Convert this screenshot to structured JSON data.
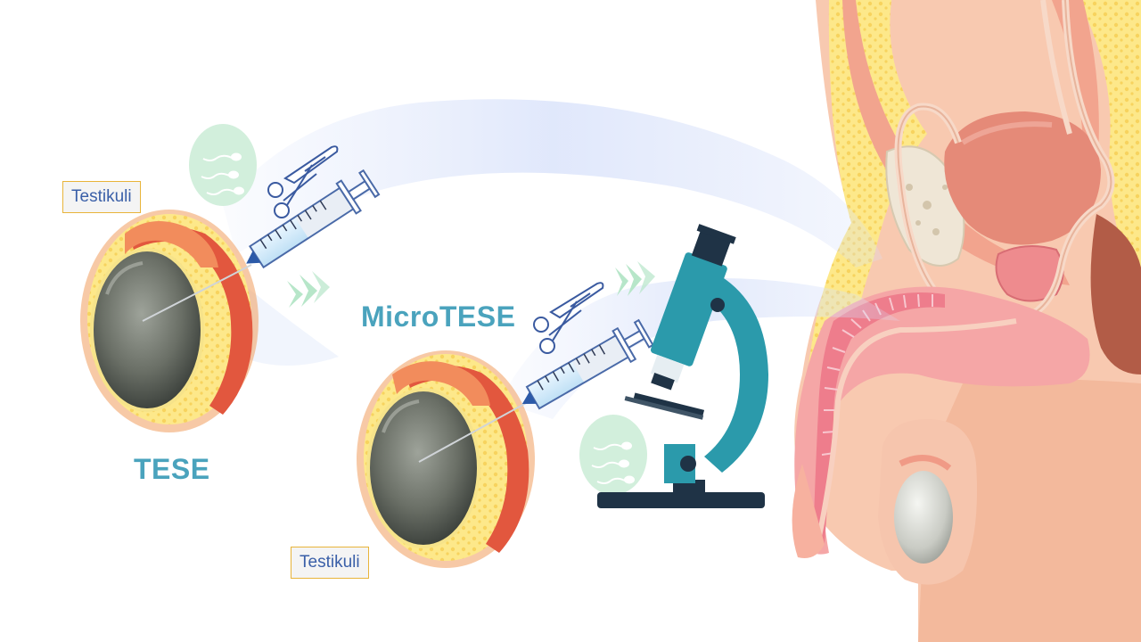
{
  "labels": {
    "testikuli_top": "Testikuli",
    "testikuli_bottom": "Testikuli",
    "tese": "TESE",
    "microtese": "MicroTESE"
  },
  "icons": [
    "sperm-bubble-icon",
    "scalpel-icon",
    "scissors-icon",
    "syringe-icon",
    "microscope-icon",
    "testicle-illustration",
    "male-anatomy-illustration"
  ],
  "colors": {
    "accent_text": "#4aa3bd",
    "label_text": "#3a5fa8",
    "label_border": "#e8b43a",
    "microscope": "#2b9aab",
    "skin": "#f7c3a8"
  }
}
